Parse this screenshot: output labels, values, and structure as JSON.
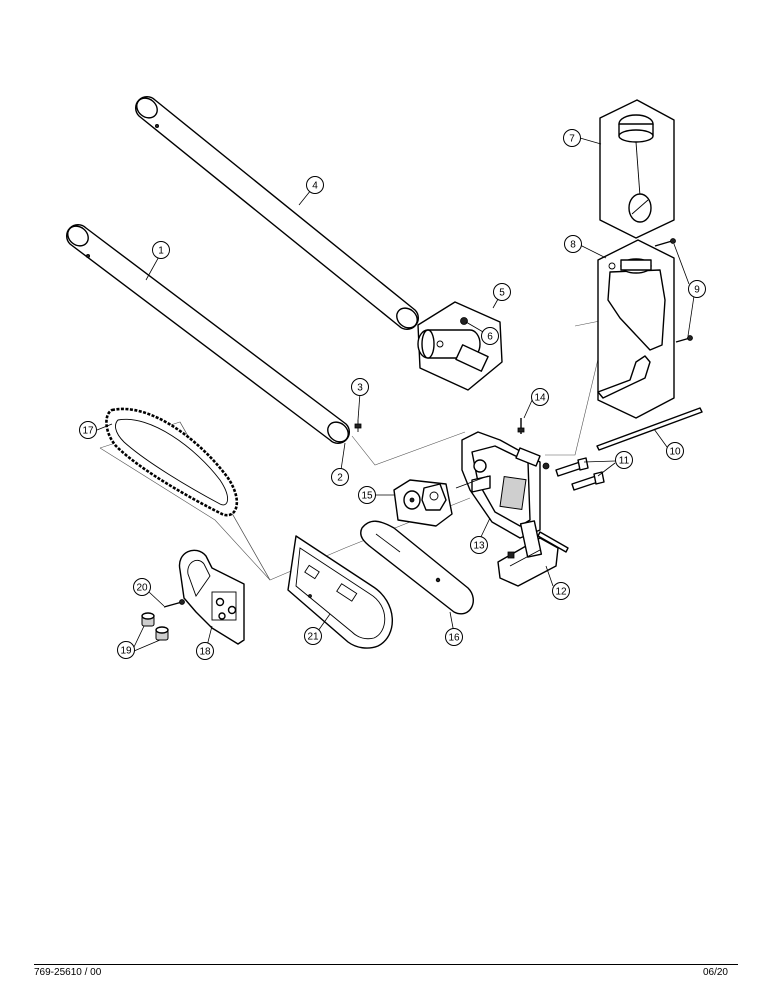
{
  "callouts": [
    "1",
    "2",
    "3",
    "4",
    "5",
    "6",
    "7",
    "8",
    "9",
    "10",
    "11",
    "12",
    "13",
    "14",
    "15",
    "16",
    "17",
    "18",
    "19",
    "20",
    "21"
  ],
  "footer": {
    "part_number": "769-25610 / 00",
    "date": "06/20"
  }
}
